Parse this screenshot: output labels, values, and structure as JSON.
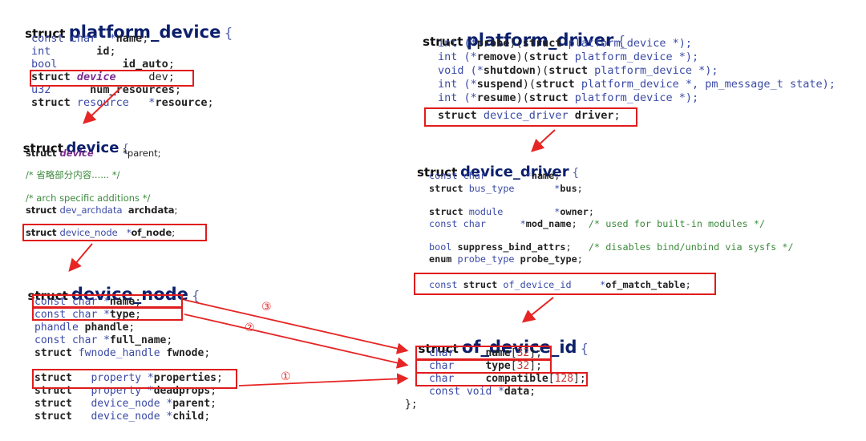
{
  "pd": {
    "kw": "struct",
    "name": "platform_device",
    "brace": "{",
    "l1": [
      "const char  *",
      "name",
      ";"
    ],
    "l2": [
      "int       ",
      "id",
      ";"
    ],
    "l3": [
      "bool          ",
      "id_auto",
      ";"
    ],
    "l4": [
      "struct ",
      "device",
      "     dev;"
    ],
    "l5": [
      "u32      ",
      "num_resources",
      ";"
    ],
    "l6": [
      "struct ",
      "resource   *",
      "resource",
      ";"
    ]
  },
  "dev": {
    "kw": "struct",
    "name": "device",
    "brace": "{",
    "l1": [
      "struct ",
      "device",
      "          *parent;"
    ],
    "l2": "/* 省略部分内容...... */",
    "l3": "/* arch specific additions */",
    "l4": [
      "struct ",
      "dev_archdata  ",
      "archdata",
      ";"
    ],
    "l5": [
      "struct ",
      "device_node   *",
      "of_node",
      ";"
    ]
  },
  "dn": {
    "kw": "struct",
    "name": "device_node",
    "brace": "{",
    "l1": [
      "const char *",
      "name",
      ";"
    ],
    "l2": [
      "const char *",
      "type",
      ";"
    ],
    "l3": [
      "phandle ",
      "phandle",
      ";"
    ],
    "l4": [
      "const char *",
      "full_name",
      ";"
    ],
    "l5": [
      "struct ",
      "fwnode_handle ",
      "fwnode",
      ";"
    ],
    "l6": [
      "struct   ",
      "property *",
      "properties",
      ";"
    ],
    "l7": [
      "struct   ",
      "property *",
      "deadprops",
      ";"
    ],
    "l8": [
      "struct   ",
      "device_node *",
      "parent",
      ";"
    ],
    "l9": [
      "struct   ",
      "device_node *",
      "child",
      ";"
    ]
  },
  "pdrv": {
    "kw": "struct",
    "name": "platform_driver",
    "brace": "{",
    "l1": [
      "int (*",
      "probe",
      ")(",
      "struct",
      " platform_device *);"
    ],
    "l2": [
      "int (*",
      "remove",
      ")(",
      "struct",
      " platform_device *);"
    ],
    "l3": [
      "void (*",
      "shutdown",
      ")(",
      "struct",
      " platform_device *);"
    ],
    "l4": [
      "int (*",
      "suspend",
      ")(",
      "struct",
      " platform_device *, pm_message_t state);"
    ],
    "l5": [
      "int (*",
      "resume",
      ")(",
      "struct",
      " platform_device *);"
    ],
    "l6": [
      "struct",
      " device_driver ",
      "driver",
      ";"
    ]
  },
  "dd": {
    "kw": "struct",
    "name": "device_driver",
    "brace": "{",
    "l1": [
      "const char       *",
      "name",
      ";"
    ],
    "l2": [
      "struct ",
      "bus_type       *",
      "bus",
      ";"
    ],
    "l3": [
      "struct ",
      "module         *",
      "owner",
      ";"
    ],
    "l4": [
      "const char      *",
      "mod_name",
      ";  ",
      "/* used for built-in modules */"
    ],
    "l5": [
      "bool ",
      "suppress_bind_attrs",
      ";   ",
      "/* disables bind/unbind via sysfs */"
    ],
    "l6": [
      "enum ",
      "probe_type ",
      "probe_type",
      ";"
    ],
    "l7": [
      "const ",
      "struct",
      " of_device_id     *",
      "of_match_table",
      ";"
    ]
  },
  "odi": {
    "kw": "struct",
    "name": "of_device_id",
    "brace": "{",
    "l1": [
      "char     ",
      "name",
      "[",
      "32",
      "];"
    ],
    "l2": [
      "char     ",
      "type",
      "[",
      "32",
      "];"
    ],
    "l3": [
      "char     ",
      "compatible",
      "[",
      "128",
      "];"
    ],
    "l4": [
      "const void *",
      "data",
      ";"
    ],
    "end": "};"
  },
  "markers": {
    "m1": "①",
    "m2": "②",
    "m3": "③"
  }
}
